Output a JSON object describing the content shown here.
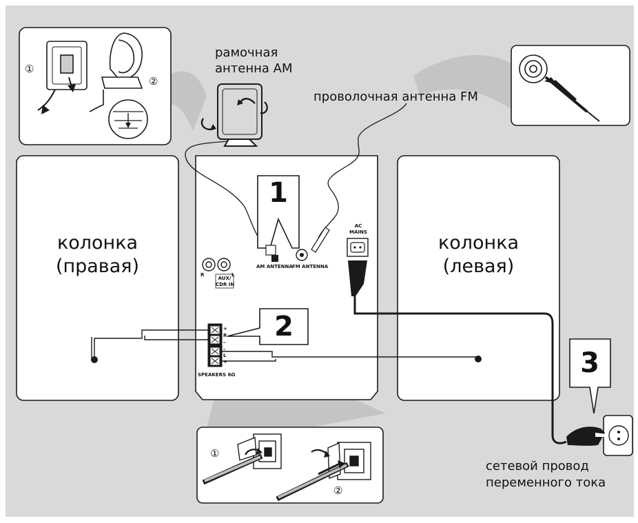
{
  "labels": {
    "am_antenna": [
      "рамочная",
      "антенна AM"
    ],
    "fm_antenna": "проволочная антенна FM",
    "speaker_right": [
      "колонка",
      "(правая)"
    ],
    "speaker_left": [
      "колонка",
      "(левая)"
    ],
    "power_cord": [
      "сетевой провод",
      "переменного тока"
    ]
  },
  "panel": {
    "ac_mains": [
      "AC",
      "MAINS"
    ],
    "am_antenna_jack": "AM ANTENNA",
    "fm_antenna_jack": "FM ANTENNA",
    "aux_in": [
      "AUX/",
      "CDR IN"
    ],
    "r": "R",
    "l": "L",
    "terminal_r": "R",
    "terminal_l": "L",
    "plus": "+",
    "minus": "–",
    "speakers": "SPEAKERS 6Ω"
  },
  "steps": [
    "1",
    "2",
    "3"
  ],
  "insets": {
    "am_step1": "①",
    "am_step2": "②",
    "spk_step1": "①",
    "spk_step2": "②"
  },
  "colors": {
    "background": "#d9d9d9",
    "panel": "#ffffff",
    "outline": "#1a1a1a"
  }
}
